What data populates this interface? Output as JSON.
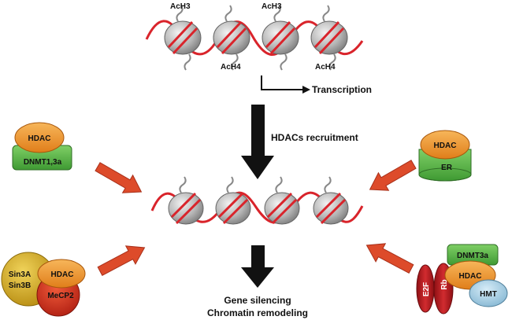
{
  "top": {
    "labels": {
      "ach3_a": "AcH3",
      "ach3_b": "AcH3",
      "ach4_a": "AcH4",
      "ach4_b": "AcH4"
    },
    "transcription": "Transcription"
  },
  "middle": {
    "recruitment": "HDACs recruitment"
  },
  "bottom": {
    "line1": "Gene silencing",
    "line2": "Chromatin remodeling"
  },
  "complexes": {
    "top_left": {
      "hdac": "HDAC",
      "dnmt": "DNMT1,3a"
    },
    "top_right": {
      "hdac": "HDAC",
      "er": "ER"
    },
    "bottom_left": {
      "sin3": [
        "Sin3A",
        "Sin3B"
      ],
      "hdac": "HDAC",
      "mecp2": "MeCP2"
    },
    "bottom_right": {
      "dnmt": "DNMT3a",
      "hdac": "HDAC",
      "hmt": "HMT",
      "e2f": "E2F",
      "rb": "Rb"
    }
  },
  "colors": {
    "dna": "#d9242b",
    "nucleosome": "#b7b7b7",
    "hdac": "#f29a2e",
    "dnmt": "#5fb84a",
    "sin3": "#d8b02a",
    "mecp2": "#d8301e",
    "rb_e2f": "#b3191e",
    "hmt": "#a8d0e6",
    "arrow_red": "#dd4b2a"
  }
}
